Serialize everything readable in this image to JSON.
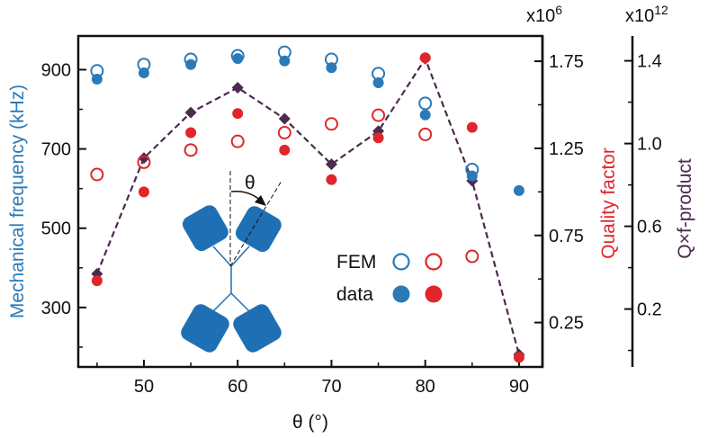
{
  "chart_data": {
    "type": "scatter",
    "xlabel": "θ (°)",
    "x_ticks": [
      "50",
      "60",
      "70",
      "80",
      "90"
    ],
    "xlim": [
      43,
      92.5
    ],
    "axes": {
      "frequency": {
        "label": "Mechanical frequency (kHz)",
        "ylim": [
          150,
          985
        ],
        "ticks": [
          "300",
          "500",
          "700",
          "900"
        ],
        "color": "#2a7ab8"
      },
      "quality": {
        "label": "Quality factor",
        "multiplier": "x10",
        "exponent": "6",
        "ylim": [
          -0.005,
          1.895
        ],
        "ticks": [
          "0.25",
          "0.75",
          "1.25",
          "1.75"
        ],
        "color": "#e0262b"
      },
      "qf": {
        "label": "Q×f-product",
        "multiplier": "x10",
        "exponent": "12",
        "ylim": [
          -0.08,
          1.52
        ],
        "ticks": [
          "0.2",
          "0.6",
          "1.0",
          "1.4"
        ],
        "color": "#4d2a4f"
      }
    },
    "series": [
      {
        "axis": "frequency",
        "style": "open-circle",
        "color": "#2a7ab8",
        "x": [
          45,
          50,
          55,
          60,
          65,
          70,
          75,
          80,
          85
        ],
        "y": [
          897,
          913,
          926,
          935,
          944,
          926,
          890,
          815,
          648
        ]
      },
      {
        "axis": "frequency",
        "style": "filled-circle",
        "color": "#2a7ab8",
        "x": [
          45,
          50,
          55,
          60,
          65,
          70,
          75,
          80,
          85,
          90
        ],
        "y": [
          876,
          892,
          913,
          928,
          922,
          905,
          867,
          786,
          632,
          595
        ]
      },
      {
        "axis": "quality",
        "style": "open-circle",
        "color": "#e0262b",
        "x": [
          45,
          50,
          55,
          60,
          65,
          70,
          75,
          80,
          85
        ],
        "y": [
          1.1,
          1.17,
          1.24,
          1.29,
          1.34,
          1.39,
          1.44,
          1.33,
          0.63
        ]
      },
      {
        "axis": "quality",
        "style": "filled-circle",
        "color": "#e0262b",
        "x": [
          45,
          50,
          55,
          60,
          65,
          70,
          75,
          80,
          85,
          90
        ],
        "y": [
          0.49,
          1.0,
          1.34,
          1.45,
          1.24,
          1.07,
          1.31,
          1.77,
          1.37,
          0.05
        ]
      },
      {
        "axis": "qf",
        "style": "diamond-dashed-line",
        "color": "#4d2a4f",
        "x": [
          45,
          50,
          55,
          60,
          65,
          70,
          75,
          80,
          85,
          90
        ],
        "y": [
          0.37,
          0.93,
          1.15,
          1.27,
          1.12,
          0.9,
          1.06,
          1.41,
          0.82,
          -0.02
        ]
      }
    ],
    "legend": {
      "rows": [
        "FEM",
        "data"
      ],
      "placement": "lower-center"
    },
    "inset": {
      "label": "θ",
      "description_icon": "split-membrane-icon"
    }
  }
}
